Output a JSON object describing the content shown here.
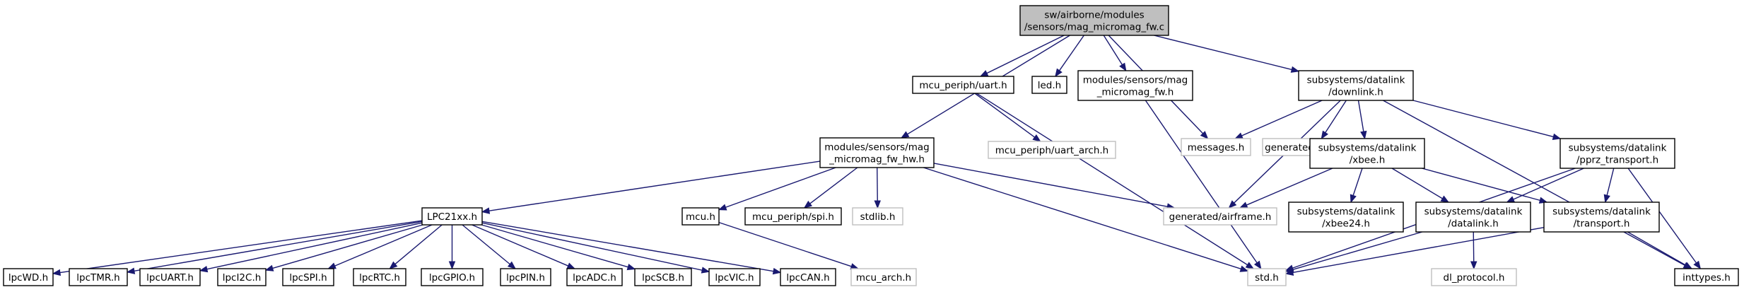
{
  "graph": {
    "colors": {
      "edge": "#191970",
      "root_fill": "#bfbfbf",
      "missing_border": "#bfbfbf",
      "node_border": "#000000"
    },
    "nodes": [
      {
        "id": "root",
        "lines": [
          "sw/airborne/modules",
          "/sensors/mag_micromag_fw.c"
        ],
        "kind": "root"
      },
      {
        "id": "uart",
        "lines": [
          "mcu_periph/uart.h"
        ],
        "kind": "normal"
      },
      {
        "id": "led",
        "lines": [
          "led.h"
        ],
        "kind": "normal"
      },
      {
        "id": "magfw",
        "lines": [
          "modules/sensors/mag",
          "_micromag_fw.h"
        ],
        "kind": "normal"
      },
      {
        "id": "messages",
        "lines": [
          "messages.h"
        ],
        "kind": "missing"
      },
      {
        "id": "downlink",
        "lines": [
          "subsystems/datalink",
          "/downlink.h"
        ],
        "kind": "normal"
      },
      {
        "id": "uartarch",
        "lines": [
          "mcu_periph/uart_arch.h"
        ],
        "kind": "missing"
      },
      {
        "id": "hw",
        "lines": [
          "modules/sensors/mag",
          "_micromag_fw_hw.h"
        ],
        "kind": "normal"
      },
      {
        "id": "genmod",
        "lines": [
          "generated/modules.h"
        ],
        "kind": "missing"
      },
      {
        "id": "xbee",
        "lines": [
          "subsystems/datalink",
          "/xbee.h"
        ],
        "kind": "normal"
      },
      {
        "id": "pprz",
        "lines": [
          "subsystems/datalink",
          "/pprz_transport.h"
        ],
        "kind": "normal"
      },
      {
        "id": "lpc",
        "lines": [
          "LPC21xx.h"
        ],
        "kind": "normal"
      },
      {
        "id": "mcu",
        "lines": [
          "mcu.h"
        ],
        "kind": "normal"
      },
      {
        "id": "spi",
        "lines": [
          "mcu_periph/spi.h"
        ],
        "kind": "normal"
      },
      {
        "id": "stdlib",
        "lines": [
          "stdlib.h"
        ],
        "kind": "missing"
      },
      {
        "id": "airframe",
        "lines": [
          "generated/airframe.h"
        ],
        "kind": "missing"
      },
      {
        "id": "xbee24",
        "lines": [
          "subsystems/datalink",
          "/xbee24.h"
        ],
        "kind": "normal"
      },
      {
        "id": "dl",
        "lines": [
          "subsystems/datalink",
          "/datalink.h"
        ],
        "kind": "normal"
      },
      {
        "id": "transport",
        "lines": [
          "subsystems/datalink",
          "/transport.h"
        ],
        "kind": "normal"
      },
      {
        "id": "lpcWD",
        "lines": [
          "lpcWD.h"
        ],
        "kind": "normal"
      },
      {
        "id": "lpcTMR",
        "lines": [
          "lpcTMR.h"
        ],
        "kind": "normal"
      },
      {
        "id": "lpcUART",
        "lines": [
          "lpcUART.h"
        ],
        "kind": "normal"
      },
      {
        "id": "lpcI2C",
        "lines": [
          "lpcI2C.h"
        ],
        "kind": "normal"
      },
      {
        "id": "lpcSPI",
        "lines": [
          "lpcSPI.h"
        ],
        "kind": "normal"
      },
      {
        "id": "lpcRTC",
        "lines": [
          "lpcRTC.h"
        ],
        "kind": "normal"
      },
      {
        "id": "lpcGPIO",
        "lines": [
          "lpcGPIO.h"
        ],
        "kind": "normal"
      },
      {
        "id": "lpcPIN",
        "lines": [
          "lpcPIN.h"
        ],
        "kind": "normal"
      },
      {
        "id": "lpcADC",
        "lines": [
          "lpcADC.h"
        ],
        "kind": "normal"
      },
      {
        "id": "lpcSCB",
        "lines": [
          "lpcSCB.h"
        ],
        "kind": "normal"
      },
      {
        "id": "lpcVIC",
        "lines": [
          "lpcVIC.h"
        ],
        "kind": "normal"
      },
      {
        "id": "lpcCAN",
        "lines": [
          "lpcCAN.h"
        ],
        "kind": "normal"
      },
      {
        "id": "mcuarch",
        "lines": [
          "mcu_arch.h"
        ],
        "kind": "missing"
      },
      {
        "id": "std",
        "lines": [
          "std.h"
        ],
        "kind": "missing"
      },
      {
        "id": "dlproto",
        "lines": [
          "dl_protocol.h"
        ],
        "kind": "missing"
      },
      {
        "id": "inttypes",
        "lines": [
          "inttypes.h"
        ],
        "kind": "normal"
      }
    ],
    "edges": [
      [
        "root",
        "uart"
      ],
      [
        "root",
        "led"
      ],
      [
        "root",
        "magfw"
      ],
      [
        "root",
        "messages"
      ],
      [
        "root",
        "downlink"
      ],
      [
        "root",
        "hw"
      ],
      [
        "uart",
        "uartarch"
      ],
      [
        "uart",
        "std"
      ],
      [
        "magfw",
        "std"
      ],
      [
        "downlink",
        "messages"
      ],
      [
        "downlink",
        "genmod"
      ],
      [
        "downlink",
        "xbee"
      ],
      [
        "downlink",
        "pprz"
      ],
      [
        "downlink",
        "airframe"
      ],
      [
        "downlink",
        "inttypes"
      ],
      [
        "hw",
        "lpc"
      ],
      [
        "hw",
        "mcu"
      ],
      [
        "hw",
        "spi"
      ],
      [
        "hw",
        "stdlib"
      ],
      [
        "hw",
        "airframe"
      ],
      [
        "hw",
        "std"
      ],
      [
        "xbee",
        "airframe"
      ],
      [
        "xbee",
        "xbee24"
      ],
      [
        "xbee",
        "dl"
      ],
      [
        "xbee",
        "transport"
      ],
      [
        "pprz",
        "dl"
      ],
      [
        "pprz",
        "transport"
      ],
      [
        "pprz",
        "std"
      ],
      [
        "pprz",
        "inttypes"
      ],
      [
        "dl",
        "std"
      ],
      [
        "dl",
        "dlproto"
      ],
      [
        "transport",
        "std"
      ],
      [
        "transport",
        "inttypes"
      ],
      [
        "mcu",
        "mcuarch"
      ],
      [
        "lpc",
        "lpcWD"
      ],
      [
        "lpc",
        "lpcTMR"
      ],
      [
        "lpc",
        "lpcUART"
      ],
      [
        "lpc",
        "lpcI2C"
      ],
      [
        "lpc",
        "lpcSPI"
      ],
      [
        "lpc",
        "lpcRTC"
      ],
      [
        "lpc",
        "lpcGPIO"
      ],
      [
        "lpc",
        "lpcPIN"
      ],
      [
        "lpc",
        "lpcADC"
      ],
      [
        "lpc",
        "lpcSCB"
      ],
      [
        "lpc",
        "lpcVIC"
      ],
      [
        "lpc",
        "lpcCAN"
      ]
    ]
  }
}
